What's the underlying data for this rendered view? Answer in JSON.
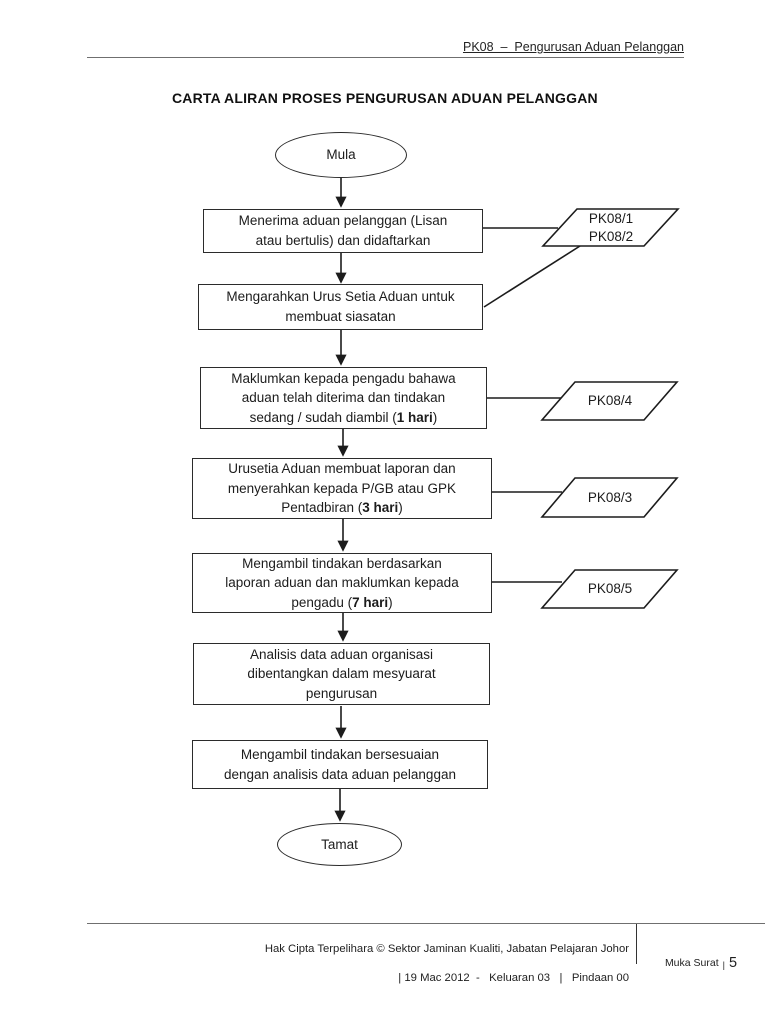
{
  "header": {
    "label": "PK08  –  Pengurusan Aduan Pelanggan"
  },
  "title": "CARTA ALIRAN PROSES PENGURUSAN ADUAN PELANGGAN",
  "flowchart": {
    "start_label": "Mula",
    "end_label": "Tamat",
    "steps": [
      {
        "lines": [
          "Menerima aduan pelanggan (Lisan",
          "atau bertulis) dan didaftarkan"
        ]
      },
      {
        "lines": [
          "Mengarahkan Urus Setia Aduan untuk",
          "membuat siasatan"
        ]
      },
      {
        "lines": [
          "Maklumkan kepada pengadu bahawa",
          "aduan telah diterima dan tindakan"
        ],
        "pre": "sedang / sudah diambil (",
        "bold": "1 hari",
        "post": ")"
      },
      {
        "lines": [
          "Urusetia Aduan membuat laporan dan",
          "menyerahkan kepada P/GB atau GPK"
        ],
        "pre": "Pentadbiran (",
        "bold": "3 hari",
        "post": ")"
      },
      {
        "lines": [
          "Mengambil tindakan berdasarkan",
          "laporan aduan dan maklumkan kepada"
        ],
        "pre": "pengadu (",
        "bold": "7 hari",
        "post": ")"
      },
      {
        "lines": [
          "Analisis data aduan organisasi",
          "dibentangkan dalam mesyuarat",
          "pengurusan"
        ]
      },
      {
        "lines": [
          "Mengambil tindakan bersesuaian",
          "dengan analisis data aduan pelanggan"
        ]
      }
    ],
    "documents": [
      {
        "line1": "PK08/1",
        "line2": "PK08/2"
      },
      {
        "line1": "PK08/4"
      },
      {
        "line1": "PK08/3"
      },
      {
        "line1": "PK08/5"
      }
    ]
  },
  "footer": {
    "line1": "Hak Cipta Terpelihara © Sektor Jaminan Kualiti, Jabatan Pelajaran Johor",
    "line2": "| 19 Mac 2012  -   Keluaran 03   |   Pindaan 00",
    "page_label": "Muka Surat",
    "page_separator": "|",
    "page_number": "5"
  },
  "colors": {
    "stroke": "#2b2b2b",
    "text": "#1c1c1c",
    "rule": "#6f6f6f"
  }
}
